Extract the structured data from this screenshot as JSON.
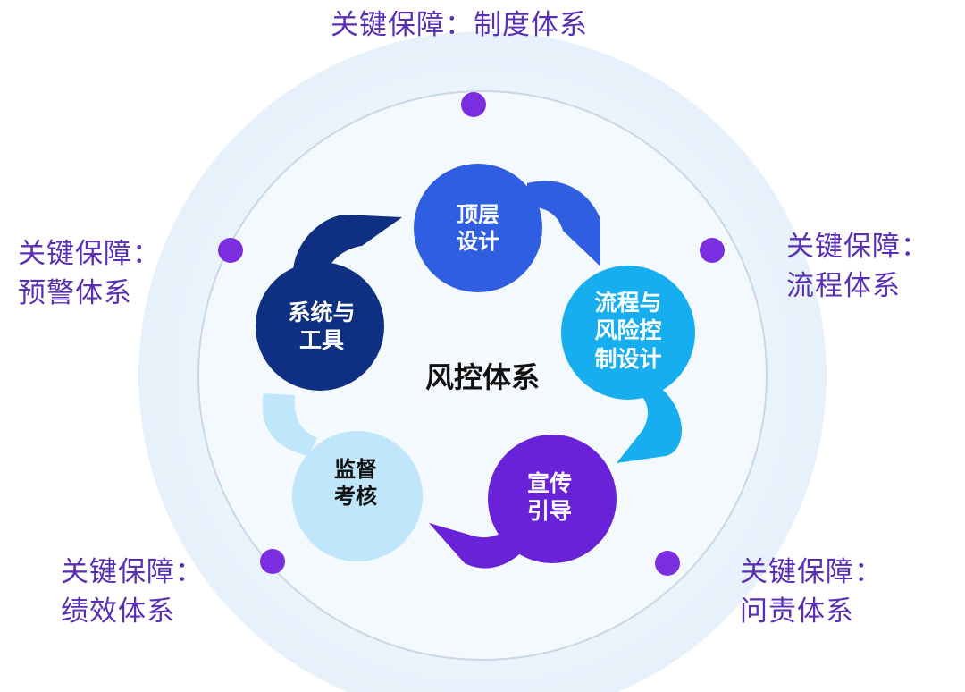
{
  "center": "风控体系",
  "nodes": [
    {
      "id": "top",
      "lines": [
        "顶层",
        "设计"
      ],
      "color": "#2f5fe0",
      "text_color": "#ffffff"
    },
    {
      "id": "process",
      "lines": [
        "流程与",
        "风险控",
        "制设计"
      ],
      "color": "#17aef0",
      "text_color": "#ffffff"
    },
    {
      "id": "promo",
      "lines": [
        "宣传",
        "引导"
      ],
      "color": "#6a22d8",
      "text_color": "#ffffff"
    },
    {
      "id": "supervise",
      "lines": [
        "监督",
        "考核"
      ],
      "color": "#bfe6fb",
      "text_color": "#111111"
    },
    {
      "id": "tools",
      "lines": [
        "系统与",
        "工具"
      ],
      "color": "#0f2f82",
      "text_color": "#ffffff"
    }
  ],
  "guarantees": [
    {
      "id": "top",
      "prefix": "关键保障：",
      "name": "制度体系"
    },
    {
      "id": "right",
      "prefix": "关键保障：",
      "name": "流程体系"
    },
    {
      "id": "bottom-right",
      "prefix": "关键保障：",
      "name": "问责体系"
    },
    {
      "id": "bottom-left",
      "prefix": "关键保障：",
      "name": "绩效体系"
    },
    {
      "id": "left",
      "prefix": "关键保障：",
      "name": "预警体系"
    }
  ],
  "colors": {
    "outer_halo": "#eef6fd",
    "inner_halo": "#e3f0fb",
    "ring": "#c8d6e6",
    "dot": "#7b2ee0",
    "label": "#5a2fb6"
  }
}
